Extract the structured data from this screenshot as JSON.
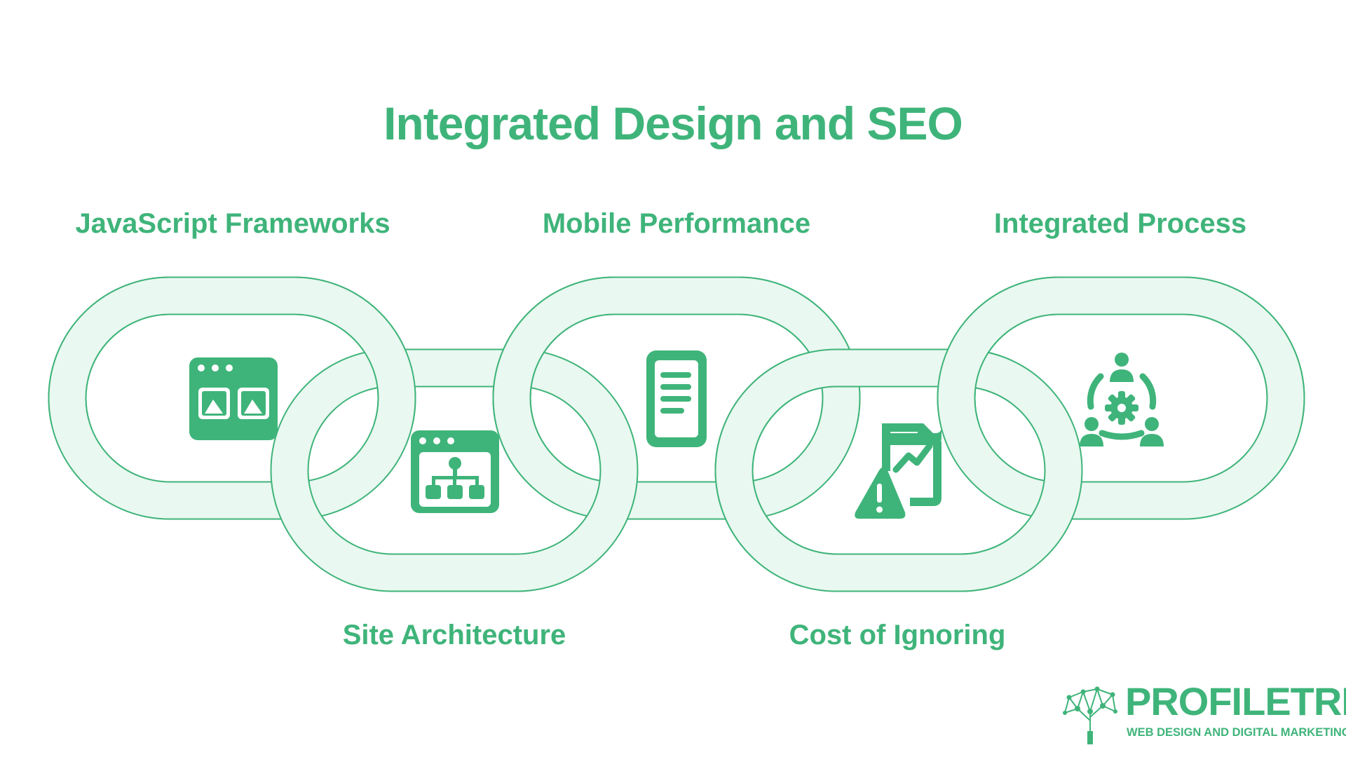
{
  "title": "Integrated Design and SEO",
  "labels": {
    "js_frameworks": "JavaScript Frameworks",
    "site_architecture": "Site Architecture",
    "mobile_performance": "Mobile Performance",
    "cost_of_ignoring": "Cost of Ignoring",
    "integrated_process": "Integrated Process"
  },
  "icons": {
    "js_frameworks": "browser-images-icon",
    "site_architecture": "browser-sitemap-icon",
    "mobile_performance": "mobile-phone-icon",
    "cost_of_ignoring": "warning-chart-icon",
    "integrated_process": "team-gear-icon"
  },
  "logo": {
    "name": "PROFILETREE",
    "tagline": "WEB DESIGN AND DIGITAL MARKETING"
  },
  "colors": {
    "accent": "#3fb47a",
    "link_fill": "#e9f8f0",
    "link_outline": "#3fb47a"
  }
}
